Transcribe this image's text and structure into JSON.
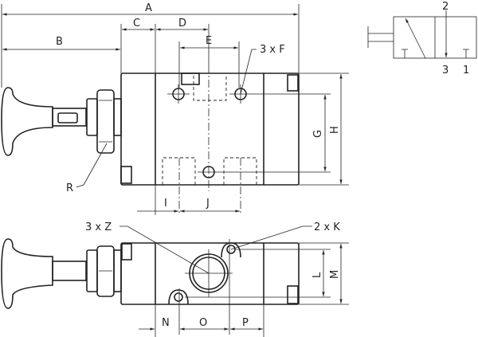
{
  "dimensions": {
    "A": "A",
    "B": "B",
    "C": "C",
    "D": "D",
    "E": "E",
    "F": "3 x F",
    "G": "G",
    "H": "H",
    "I": "I",
    "J": "J",
    "R": "R",
    "Z": "3 x Z",
    "K": "2 x K",
    "L": "L",
    "M": "M",
    "N": "N",
    "O": "O",
    "P": "P"
  },
  "symbol": {
    "port_2": "2",
    "port_3": "3",
    "port_1": "1"
  }
}
